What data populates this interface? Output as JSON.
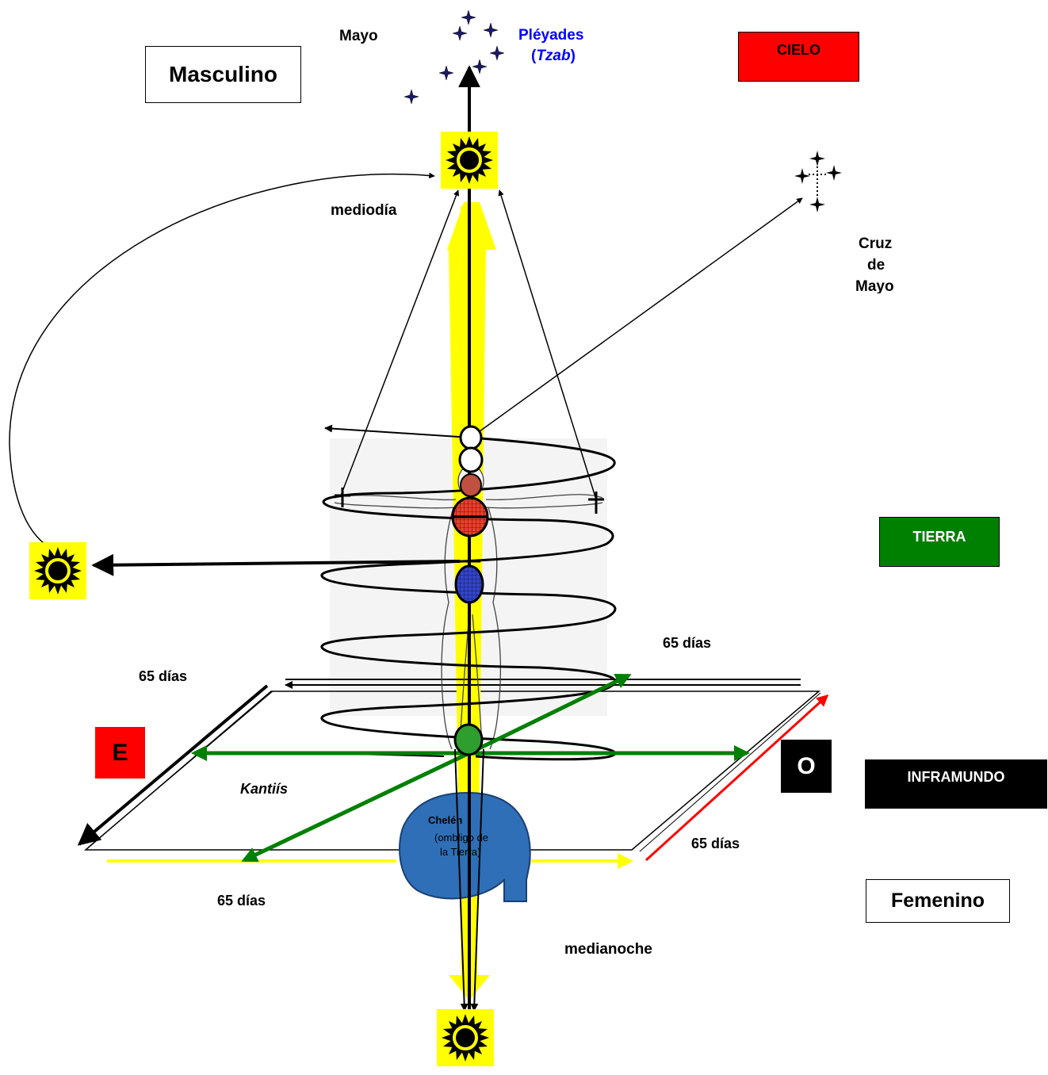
{
  "labels": {
    "mayo": "Mayo",
    "pleyades_1": "Pléyades",
    "pleyades_2_open": "(",
    "pleyades_2_italic": "Tzab",
    "pleyades_2_close": ")",
    "masculino": "Masculino",
    "cielo": "CIELO",
    "mediodia": "mediodía",
    "cruz_1": "Cruz",
    "cruz_2": "de",
    "cruz_3": "Mayo",
    "tierra": "TIERRA",
    "dias_right_top": "65 días",
    "dias_left_top": "65 días",
    "este": "E",
    "oeste": "O",
    "inframundo": "INFRAMUNDO",
    "kantiis": "Kantiís",
    "chelen_1": "Chelén",
    "chelen_2": "(ombligo de",
    "chelen_3": "la Tierra)",
    "dias_right_bottom": "65 días",
    "dias_left_bottom": "65 días",
    "femenino": "Femenino",
    "medianoche": "medianoche"
  },
  "colors": {
    "cielo": "#ff0000",
    "tierra": "#008000",
    "inframundo": "#000000",
    "este": "#ff0000",
    "oeste": "#000000",
    "pleyades": "#0000ff",
    "sun_bg": "#ffff00",
    "axis_yellow": "#ffff00",
    "direction_green": "#008000",
    "direction_red": "#ff0000",
    "chelen_blue": "#2e6fb7",
    "chakra_red": "#e8402a",
    "chakra_blue": "#3344cc",
    "chakra_green": "#2e9e2e"
  },
  "icons": {
    "sun": "sun-icon",
    "star": "four-point-star-icon",
    "figure": "human-figure-icon"
  }
}
